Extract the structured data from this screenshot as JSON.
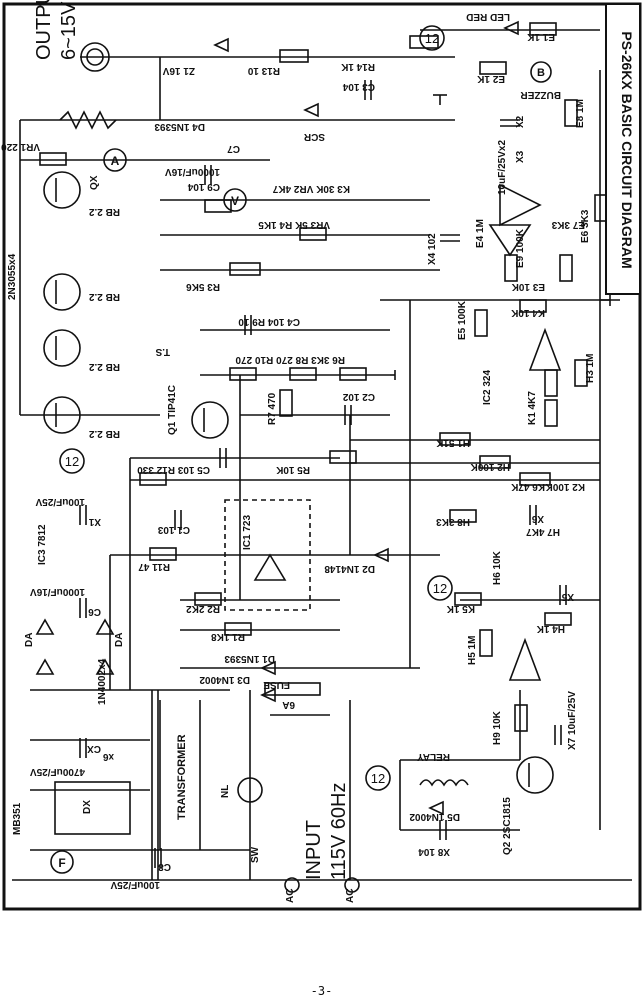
{
  "title": "PS-26KX BASIC CIRCUIT DIAGRAM",
  "page_number": "-3-",
  "output_label": "OUTPUT",
  "output_range": "6~15V",
  "input_label": "INPUT",
  "input_rating": "115V 60Hz",
  "twelve": "12",
  "labels": {
    "z1": "Z1 16V",
    "r13": "R13 10",
    "r14": "R14 1K",
    "c3": "C3 104",
    "scr": "SCR",
    "d4": "D4 1N5393",
    "vr1": "VR1 220",
    "c7": "C7",
    "c7v": "1000uF/16V",
    "c9": "C9 104",
    "vr2": "K3 30K VR2 4K7",
    "vr3": "VR3 5K R4 1K5",
    "r3": "R3 5K6",
    "c4": "C4 104 R9 10",
    "r6": "R6 3K3 R8 270 R10 270",
    "ts": "T.S",
    "q1": "Q1 TIP41C",
    "r7": "R7 470",
    "c2": "C2 102",
    "rb": "RB 2.2",
    "qx": "QX",
    "pwr": "2N3055x4",
    "c5": "C5 103 R12 330",
    "r5": "R5 10K",
    "c1": "C1 103",
    "ic1": "IC1 723",
    "r11": "R11 47",
    "r2": "R2 2K2",
    "r1": "R1 1K8",
    "d1": "D1 1N5393",
    "d2": "D2 1N4148",
    "d3": "D3 1N4002",
    "c100": "100uF/25V",
    "x1": "X1",
    "ic3": "IC3 7812",
    "c6": "C6",
    "c6v": "1000uF/16V",
    "da": "DA",
    "dan": "1N4002x4",
    "cx": "CX",
    "cxv": "4700uF/25V",
    "x6": "x6",
    "mb": "MB351",
    "dx": "DX",
    "c8": "C8",
    "c8v": "100uF/25V",
    "transformer": "TRANSFORMER",
    "nl": "NL",
    "fuse": "FUSE",
    "fuse6a": "6A",
    "sw": "SW",
    "ac": "AC",
    "relay": "RELAY",
    "d5": "D5 1N4002",
    "x8": "X8 104",
    "q2": "Q2 2SC1815",
    "h9": "H9 10K",
    "x7": "X7 10uF/25V",
    "h5": "H5 1M",
    "k5": "K5 1K",
    "h4": "H4 1K",
    "x5": "X5",
    "h6": "H6 10K",
    "h7": "H7 4K7",
    "x6b": "X6",
    "h8": "H8 3K3",
    "k6": "K6 47K",
    "k2": "K2 100K",
    "h2": "H2 100K",
    "h1": "H1 51K",
    "ic2": "IC2 324",
    "k1": "K1 4K7",
    "h3": "H3 1M",
    "k4": "K4 10K",
    "e5": "E5 100K",
    "e3": "E3 10K",
    "e9": "E9 100K",
    "x4": "X4 102",
    "e4": "E4 1M",
    "e7": "E7 3K3",
    "e6": "E6 3K3",
    "e8": "E8 1M",
    "x2": "X2",
    "x3": "X3",
    "x23": "10uF/25Vx2",
    "e2": "E2 1K",
    "buzzer": "BUZZER",
    "b": "B",
    "e1": "E1 1K",
    "led": "LED RED",
    "ammeter": "A",
    "voltmeter": "V",
    "fmeter": "F"
  }
}
